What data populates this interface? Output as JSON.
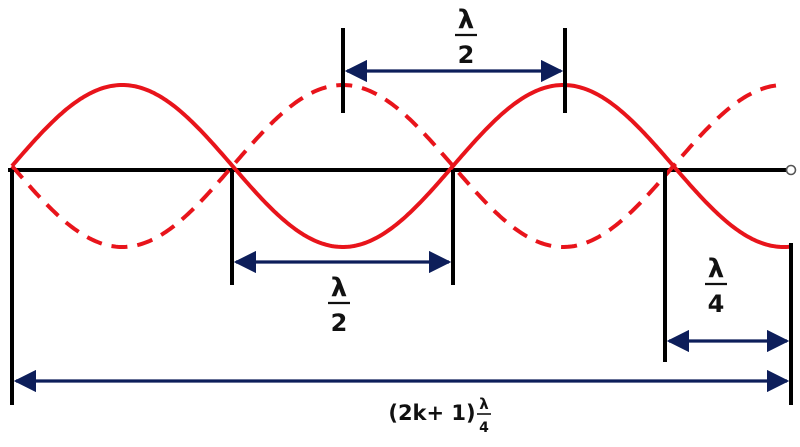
{
  "diagram": {
    "wave_color": "#e8141b",
    "axis_color": "#000000",
    "arrow_color": "#0d1e5a",
    "labels": {
      "top_half": {
        "numerator": "λ",
        "denominator": "2"
      },
      "middle_half": {
        "numerator": "λ",
        "denominator": "2"
      },
      "quarter": {
        "numerator": "λ",
        "denominator": "4"
      },
      "total": {
        "prefix": "(2k+ 1)",
        "numerator": "λ",
        "denominator": "4"
      }
    }
  }
}
